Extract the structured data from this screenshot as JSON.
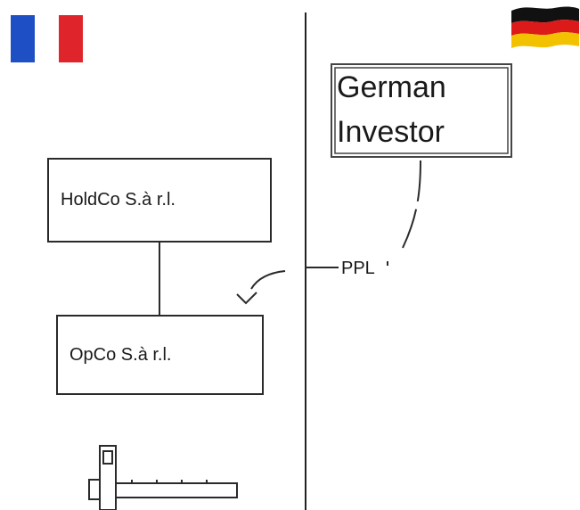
{
  "diagram": {
    "left_side": {
      "flag_icon": "france-flag-icon",
      "flag_colors": [
        "#1f4fc4",
        "#ffffff",
        "#e0242b"
      ],
      "boxes": [
        {
          "id": "holdco",
          "label": "HoldCo S.à r.l."
        },
        {
          "id": "opco",
          "label": "OpCo S.à r.l."
        }
      ]
    },
    "right_side": {
      "flag_icon": "germany-flag-icon",
      "flag_colors": [
        "#111111",
        "#dd1a1a",
        "#f2c200"
      ],
      "investor": {
        "line1": "German",
        "line2": "Investor"
      }
    },
    "loan_label": "PPL",
    "divider_icon": "border-line",
    "bottom_icon": "barrier-gate-icon"
  }
}
